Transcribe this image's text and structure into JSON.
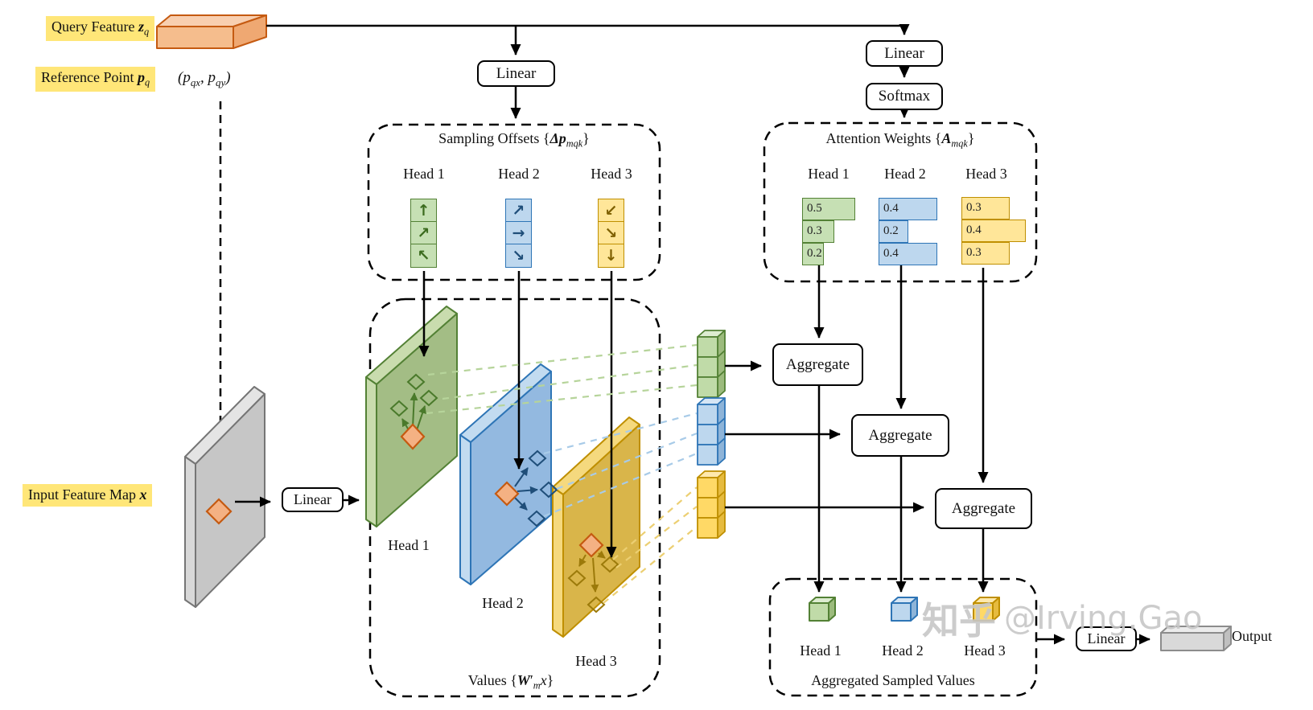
{
  "labels": {
    "query_feature": {
      "text": "Query Feature ",
      "symbol": "z",
      "sub": "q"
    },
    "reference_point": {
      "text": "Reference Point ",
      "symbol": "p",
      "sub": "q"
    },
    "reference_coords": {
      "open": "(",
      "p1": "p",
      "sub1": "qx",
      "sep": ", ",
      "p2": "p",
      "sub2": "qy",
      "close": ")"
    },
    "input_feature_map": {
      "text": "Input Feature Map ",
      "symbol": "x"
    },
    "linear": "Linear",
    "softmax": "Softmax",
    "aggregate": "Aggregate",
    "output": "Output"
  },
  "sections": {
    "sampling_offsets": {
      "prefix": "Sampling Offsets {",
      "symbol": "Δp",
      "sub": "mqk",
      "suffix": "}"
    },
    "attention_weights": {
      "prefix": "Attention Weights {",
      "symbol": "A",
      "sub": "mqk",
      "suffix": "}"
    },
    "values": {
      "prefix": "Values {",
      "symbol": "W",
      "prime": "′",
      "sub": "m",
      "tail": "x",
      "suffix": "}"
    },
    "aggregated_values": {
      "title": "Aggregated Sampled Values"
    }
  },
  "heads": [
    "Head 1",
    "Head 2",
    "Head 3"
  ],
  "sampling_offsets": {
    "head1_arrows": [
      "↑",
      "↗",
      "↖"
    ],
    "head2_arrows": [
      "↗",
      "→",
      "↘"
    ],
    "head3_arrows": [
      "↙",
      "↘",
      "↓"
    ]
  },
  "attention_weights": {
    "head1": [
      "0.5",
      "0.3",
      "0.2"
    ],
    "head2": [
      "0.4",
      "0.2",
      "0.4"
    ],
    "head3": [
      "0.3",
      "0.4",
      "0.3"
    ]
  },
  "watermark": {
    "cn": "知乎",
    "handle": "@Irving.Gao"
  },
  "colors": {
    "green": "#538135",
    "green_fill": "#c6e0b4",
    "blue": "#2e75b6",
    "blue_fill": "#bdd7ee",
    "gold": "#bf8f00",
    "gold_fill": "#ffe699",
    "orange": "#c55a11",
    "orange_fill": "#f4b183",
    "highlight": "#ffe678"
  }
}
